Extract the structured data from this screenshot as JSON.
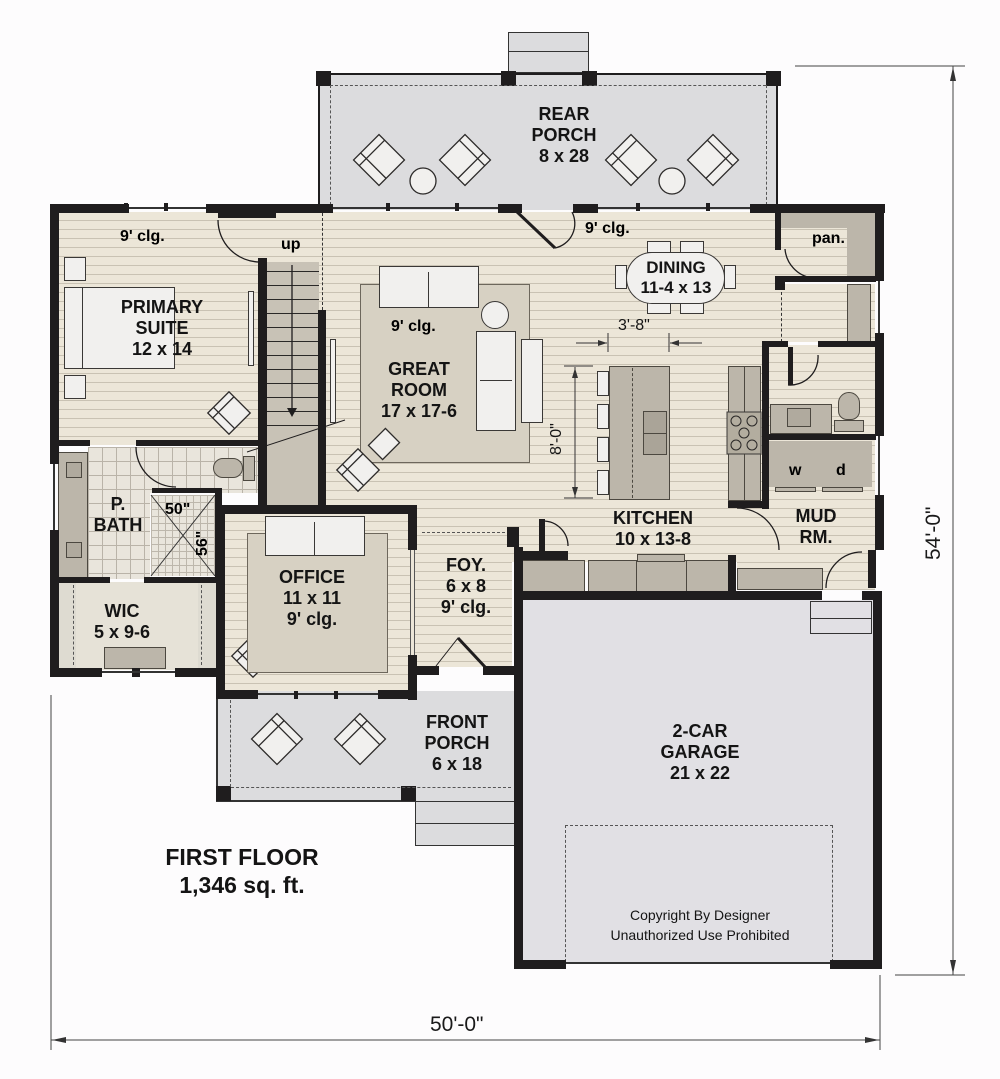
{
  "plan": {
    "title": "FIRST FLOOR",
    "area": "1,346 sq. ft.",
    "copyright_line1": "Copyright By Designer",
    "copyright_line2": "Unauthorized Use Prohibited",
    "dimensions": {
      "width": "50'-0\"",
      "depth": "54'-0\"",
      "island_clearance": "3'-8\"",
      "island_length": "8'-0\""
    },
    "shower": {
      "width": "50\"",
      "depth": "56\""
    },
    "stair_label": "up",
    "laundry": {
      "washer": "w",
      "dryer": "d"
    }
  },
  "rooms": {
    "rear_porch": {
      "name": "REAR",
      "name2": "PORCH",
      "size": "8 x 28"
    },
    "primary_suite": {
      "name": "PRIMARY",
      "name2": "SUITE",
      "size": "12 x 14",
      "ceiling": "9' clg."
    },
    "great_room": {
      "name": "GREAT",
      "name2": "ROOM",
      "size": "17 x 17-6",
      "ceiling": "9' clg."
    },
    "dining": {
      "name": "DINING",
      "size": "11-4 x 13",
      "ceiling": "9' clg."
    },
    "pantry": {
      "name": "pan."
    },
    "kitchen": {
      "name": "KITCHEN",
      "size": "10 x 13-8"
    },
    "mud_room": {
      "name": "MUD",
      "name2": "RM."
    },
    "primary_bath": {
      "name": "P.",
      "name2": "BATH"
    },
    "wic": {
      "name": "WIC",
      "size": "5 x 9-6"
    },
    "office": {
      "name": "OFFICE",
      "size": "11 x 11",
      "ceiling": "9' clg."
    },
    "foyer": {
      "name": "FOY.",
      "size": "6 x 8",
      "ceiling": "9' clg."
    },
    "front_porch": {
      "name": "FRONT",
      "name2": "PORCH",
      "size": "6 x 18"
    },
    "garage": {
      "name": "2-CAR",
      "name2": "GARAGE",
      "size": "21 x 22"
    }
  },
  "colors": {
    "wall": "#1f1d1e",
    "floor_wood": "#ece6d8",
    "porch": "#dcdcde",
    "garage": "#e1e0e4",
    "cabinet": "#bcb6aa",
    "rug": "#d7d1c3"
  }
}
